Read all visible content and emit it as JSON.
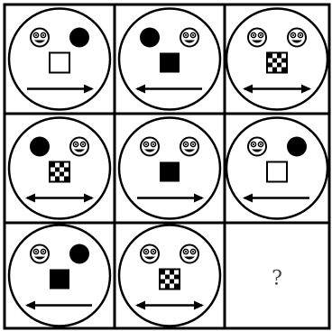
{
  "puzzle": {
    "rows": 3,
    "cols": 3,
    "question_mark": "?",
    "colors": {
      "ink": "#000000",
      "paper": "#ffffff"
    },
    "cells": [
      {
        "row": 0,
        "col": 0,
        "left": "smiley",
        "right": "black-dot",
        "square": "empty",
        "arrow": "right"
      },
      {
        "row": 0,
        "col": 1,
        "left": "black-dot",
        "right": "smiley",
        "square": "filled",
        "arrow": "left"
      },
      {
        "row": 0,
        "col": 2,
        "left": "smiley",
        "right": "smiley",
        "square": "checker",
        "arrow": "both"
      },
      {
        "row": 1,
        "col": 0,
        "left": "black-dot",
        "right": "smiley",
        "square": "checker",
        "arrow": "both"
      },
      {
        "row": 1,
        "col": 1,
        "left": "smiley",
        "right": "smiley",
        "square": "filled",
        "arrow": "right"
      },
      {
        "row": 1,
        "col": 2,
        "left": "smiley",
        "right": "black-dot",
        "square": "empty",
        "arrow": "left"
      },
      {
        "row": 2,
        "col": 0,
        "left": "smiley",
        "right": "black-dot",
        "square": "filled",
        "arrow": "left"
      },
      {
        "row": 2,
        "col": 1,
        "left": "smiley",
        "right": "smiley",
        "square": "checker",
        "arrow": "both"
      },
      {
        "row": 2,
        "col": 2,
        "unknown": true
      }
    ]
  }
}
